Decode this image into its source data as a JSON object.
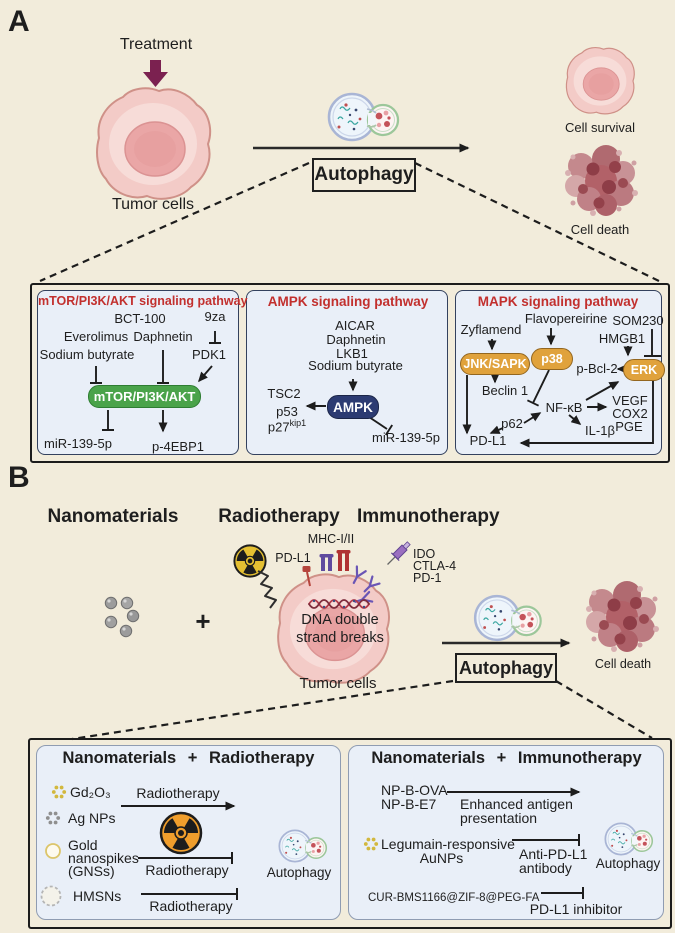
{
  "colors": {
    "bg": "#f2ecdb",
    "boxBlue": "#e9eff8",
    "boxBorderNavy": "#33415e",
    "outerBorder": "#1c1c1c",
    "titleRed": "#c2302e",
    "pillGreen": "#4aa34a",
    "pillGreenBorder": "#2e7d32",
    "pillNavy": "#2c3b72",
    "pillNavyBorder": "#1b2547",
    "pillOrange": "#e0a23c",
    "pillOrangeBorder": "#93661f",
    "treatmentArrow": "#7b2150",
    "ink": "#1e1e1e"
  },
  "panelA": {
    "label": "A",
    "treatment": "Treatment",
    "tumorCells": "Tumor cells",
    "autophagy": "Autophagy",
    "cellSurvival": "Cell survival",
    "cellDeath": "Cell death",
    "mtor": {
      "title": "mTOR/PI3K/AKT signaling pathway",
      "bct100": "BCT-100",
      "za": "9za",
      "everolimus": "Everolimus",
      "daphnetin": "Daphnetin",
      "sodiumButyrate": "Sodium butyrate",
      "pdk1": "PDK1",
      "pill": "mTOR/PI3K/AKT",
      "mir": "miR-139-5p",
      "p4ebp1": "p-4EBP1"
    },
    "ampk": {
      "title": "AMPK signaling pathway",
      "aicar": "AICAR",
      "daphnetin": "Daphnetin",
      "lkb1": "LKB1",
      "sodiumButyrate": "Sodium butyrate",
      "pill": "AMPK",
      "tsc2": "TSC2",
      "p53": "p53",
      "p27": "p27",
      "p27sup": "kip1",
      "mir": "miR-139-5p"
    },
    "mapk": {
      "title": "MAPK signaling pathway",
      "zyflamend": "Zyflamend",
      "flavopereirine": "Flavopereirine",
      "som230": "SOM230",
      "hmgb1": "HMGB1",
      "jnk": "JNK/SAPK",
      "p38": "p38",
      "erk": "ERK",
      "pbcl2": "p-Bcl-2",
      "beclin": "Beclin 1",
      "p62": "p62",
      "nfkb": "NF-κB",
      "vegf": "VEGF",
      "cox2": "COX2",
      "pge": "PGE",
      "il1b": "IL-1β",
      "pdl1": "PD-L1"
    }
  },
  "panelB": {
    "label": "B",
    "headerNanomaterials": "Nanomaterials",
    "headerRadiotherapy": "Radiotherapy",
    "headerImmunotherapy": "Immunotherapy",
    "plus": "+",
    "mhc": "MHC-I/II",
    "pdl1": "PD-L1",
    "ido": "IDO",
    "ctla4": "CTLA-4",
    "pd1": "PD-1",
    "dna1": "DNA double",
    "dna2": "strand breaks",
    "tumorCells": "Tumor cells",
    "autophagy": "Autophagy",
    "cellDeath": "Cell death",
    "radioBox": {
      "title": "Nanomaterials + Radiotherapy",
      "gd": "Gd₂O₃",
      "ag": "Ag NPs",
      "gold1": "Gold",
      "gold2": "nanospikes",
      "gold3": "(GNSs)",
      "hmsn": "HMSNs",
      "radiotherapy1": "Radiotherapy",
      "radiotherapy2": "Radiotherapy",
      "radiotherapy3": "Radiotherapy",
      "autophagy": "Autophagy"
    },
    "immunoBox": {
      "title": "Nanomaterials + Immunotherapy",
      "np1": "NP-B-OVA",
      "np2": "NP-B-E7",
      "enh1": "Enhanced antigen",
      "enh2": "presentation",
      "legumain1": "Legumain-responsive",
      "legumain2": "AuNPs",
      "anti1": "Anti-PD-L1",
      "anti2": "antibody",
      "cur": "CUR-BMS1166@ZIF-8@PEG-FA",
      "pdl1Inhibitor": "PD-L1 inhibitor",
      "autophagy": "Autophagy"
    }
  }
}
